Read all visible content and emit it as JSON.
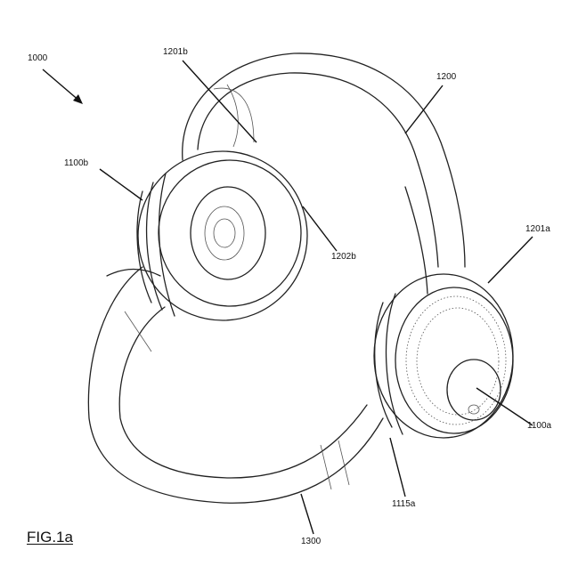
{
  "figure": {
    "title": "FIG.1a",
    "references": {
      "device": "1000",
      "headband": "1200",
      "headband_end_right": "1201a",
      "headband_end_left": "1201b",
      "earcup_left": "1100b",
      "earcup_right": "1100a",
      "earcup_left_part": "1202b",
      "earcup_right_part": "1115a",
      "visor": "1300"
    }
  },
  "colors": {
    "line": "#222222",
    "background": "#ffffff"
  }
}
